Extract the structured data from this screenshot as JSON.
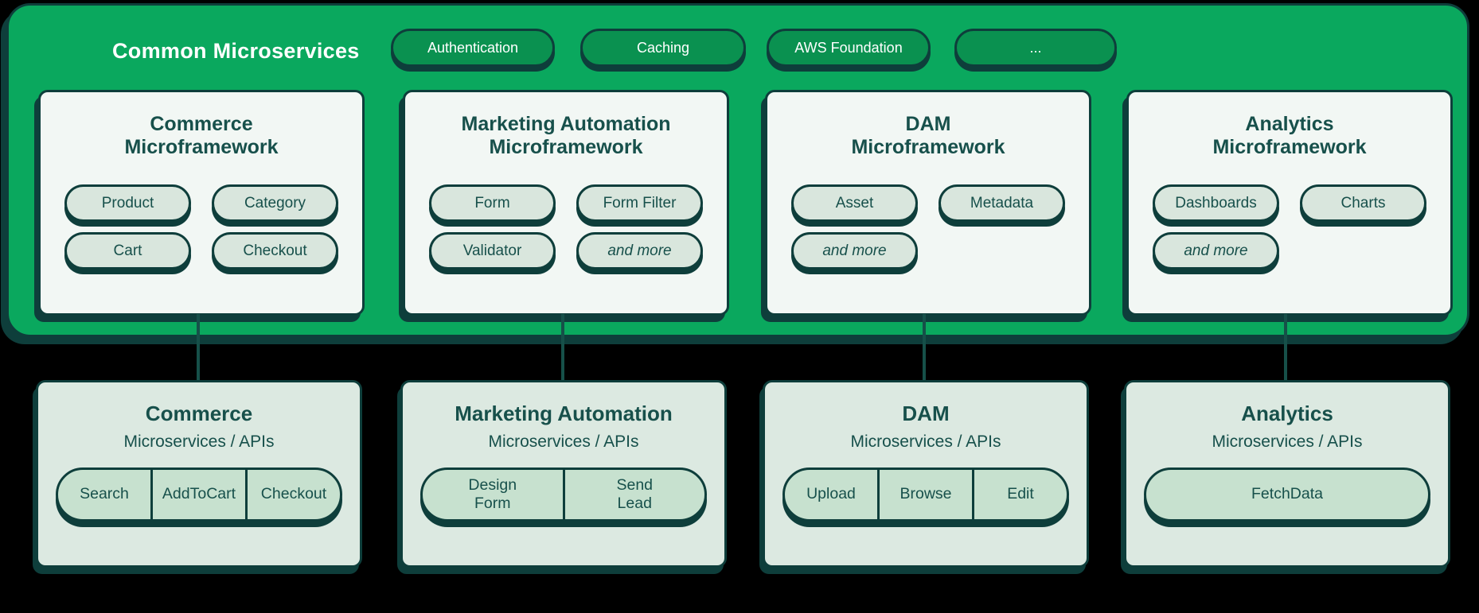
{
  "header": {
    "title": "Common Microservices",
    "pills": [
      "Authentication",
      "Caching",
      "AWS Foundation",
      "..."
    ]
  },
  "microframeworks": [
    {
      "title": "Commerce\nMicroframework",
      "pills": [
        "Product",
        "Category",
        "Cart",
        "Checkout"
      ]
    },
    {
      "title": "Marketing Automation\nMicroframework",
      "pills": [
        "Form",
        "Form Filter",
        "Validator",
        "and more"
      ]
    },
    {
      "title": "DAM\nMicroframework",
      "pills": [
        "Asset",
        "Metadata",
        "and more"
      ]
    },
    {
      "title": "Analytics\nMicroframework",
      "pills": [
        "Dashboards",
        "Charts",
        "and more"
      ]
    }
  ],
  "services": [
    {
      "title": "Commerce",
      "subtitle": "Microservices / APIs",
      "segments": [
        "Search",
        "AddToCart",
        "Checkout"
      ]
    },
    {
      "title": "Marketing Automation",
      "subtitle": "Microservices / APIs",
      "segments": [
        "Design\nForm",
        "Send\nLead"
      ]
    },
    {
      "title": "DAM",
      "subtitle": "Microservices / APIs",
      "segments": [
        "Upload",
        "Browse",
        "Edit"
      ]
    },
    {
      "title": "Analytics",
      "subtitle": "Microservices / APIs",
      "segments": [
        "FetchData"
      ]
    }
  ],
  "colors": {
    "page_background": "#000000",
    "container_green": "#0AA85E",
    "header_pill_green": "#0A9150",
    "dark_teal_border": "#0E3E3B",
    "text_teal": "#17504B",
    "text_white": "#FFFFFF",
    "card_background": "#F2F7F4",
    "card_pill_background": "#D9E6DD",
    "service_card_background": "#DCE9E1",
    "segment_pill_background": "#C7E1CF",
    "connector_teal": "#165049"
  }
}
